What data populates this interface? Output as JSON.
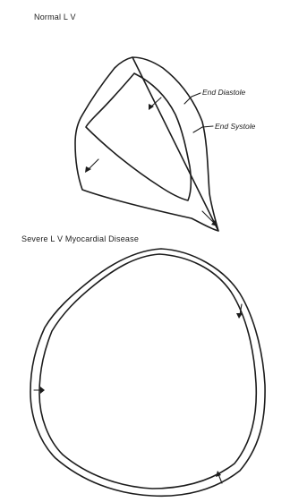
{
  "panels": [
    {
      "title": "Normal L V",
      "labels": {
        "end_diastole": "End Diastole",
        "end_systole": "End Systole"
      }
    },
    {
      "title": "Severe L V Myocardial Disease"
    }
  ]
}
